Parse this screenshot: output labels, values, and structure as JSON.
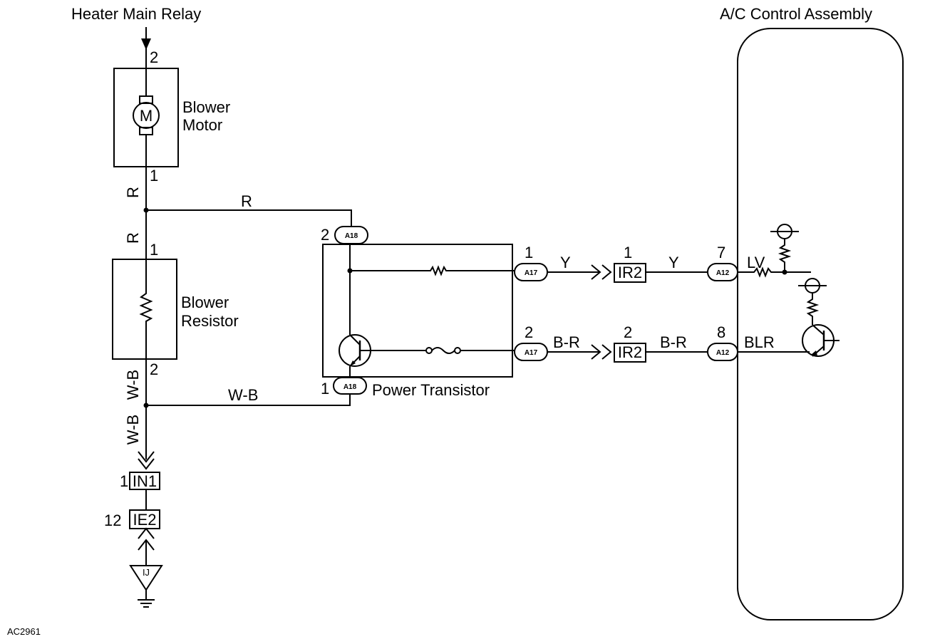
{
  "labels": {
    "heater_main_relay": "Heater Main Relay",
    "ac_control_assembly": "A/C Control Assembly",
    "blower_motor_line1": "Blower",
    "blower_motor_line2": "Motor",
    "blower_resistor_line1": "Blower",
    "blower_resistor_line2": "Resistor",
    "power_transistor": "Power Transistor",
    "motor_symbol": "M",
    "figure_id": "AC2961"
  },
  "wire_colors": {
    "r": "R",
    "wb": "W-B",
    "y": "Y",
    "br": "B-R",
    "lv": "LV",
    "blr": "BLR"
  },
  "connectors": {
    "a18": "A18",
    "a17": "A17",
    "a12": "A12",
    "ir2": "IR2",
    "in1": "IN1",
    "ie2": "IE2",
    "ij": "IJ"
  },
  "pins": {
    "motor_top": "2",
    "motor_bottom": "1",
    "resistor_top": "1",
    "resistor_bottom": "2",
    "a18_top": "2",
    "a18_bottom": "1",
    "a17_top": "1",
    "a17_bottom": "2",
    "ir2_top": "1",
    "ir2_bottom": "2",
    "a12_top": "7",
    "a12_bottom": "8",
    "in1": "1",
    "ie2": "12"
  }
}
